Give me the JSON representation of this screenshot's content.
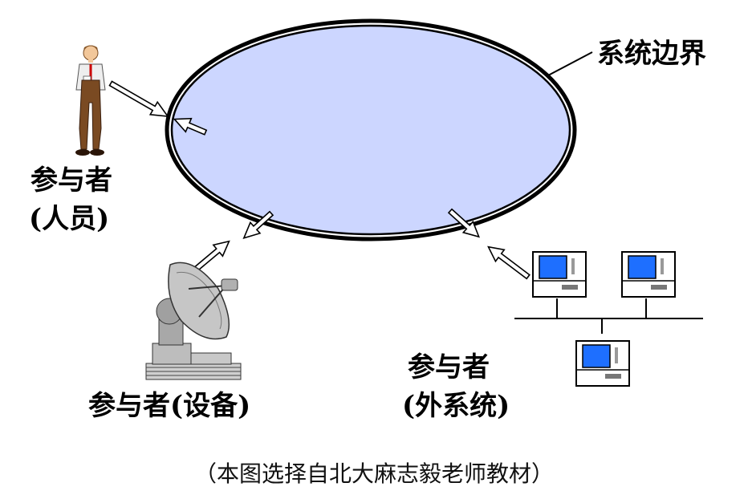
{
  "boundary_label": "系统边界",
  "actor_person": {
    "line1": "参与者",
    "line2": "(人员)"
  },
  "actor_device": {
    "label": "参与者(设备)"
  },
  "actor_system": {
    "line1": "参与者",
    "line2": "(外系统)"
  },
  "caption": "（本图选择自北大麻志毅老师教材）",
  "colors": {
    "ellipse_fill": "#ccd6ff",
    "ellipse_stroke": "#000000",
    "screen_blue": "#1e6fff",
    "arrow_fill": "#ffffff"
  }
}
